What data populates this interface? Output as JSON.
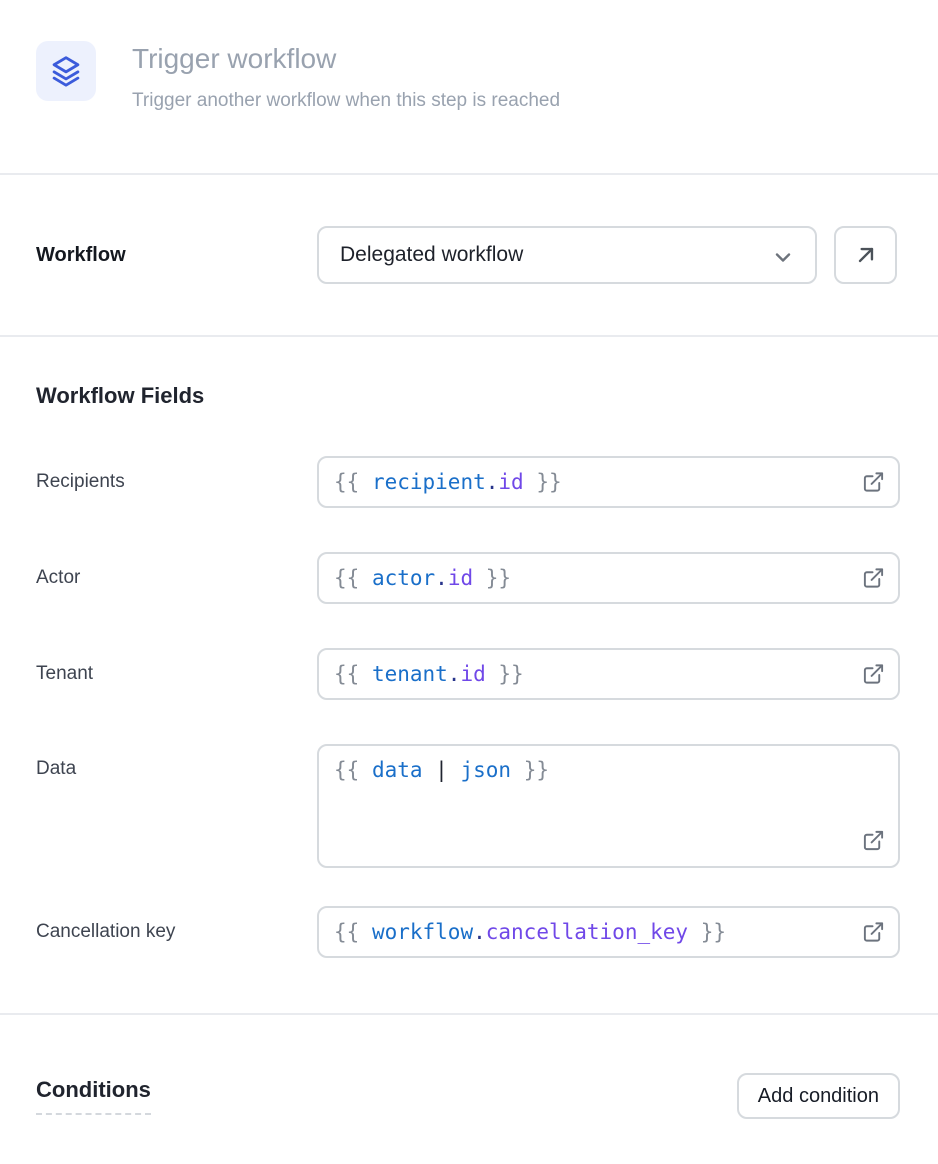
{
  "header": {
    "icon_name": "layers-icon",
    "title": "Trigger workflow",
    "subtitle": "Trigger another workflow when this step is reached"
  },
  "workflow_row": {
    "label": "Workflow",
    "selected_option": "Delegated workflow",
    "open_button_icon": "arrow-up-right-icon"
  },
  "fields_section": {
    "heading": "Workflow Fields",
    "fields": [
      {
        "id": "recipients",
        "label": "Recipients",
        "value": "{{ recipient.id }}",
        "multiline": false,
        "tokens": [
          {
            "text": "{{ ",
            "type": "brace"
          },
          {
            "text": "recipient",
            "type": "ident"
          },
          {
            "text": ".",
            "type": "dot"
          },
          {
            "text": "id",
            "type": "prop"
          },
          {
            "text": " }}",
            "type": "brace"
          }
        ]
      },
      {
        "id": "actor",
        "label": "Actor",
        "value": "{{ actor.id }}",
        "multiline": false,
        "tokens": [
          {
            "text": "{{ ",
            "type": "brace"
          },
          {
            "text": "actor",
            "type": "ident"
          },
          {
            "text": ".",
            "type": "dot"
          },
          {
            "text": "id",
            "type": "prop"
          },
          {
            "text": " }}",
            "type": "brace"
          }
        ]
      },
      {
        "id": "tenant",
        "label": "Tenant",
        "value": "{{ tenant.id }}",
        "multiline": false,
        "tokens": [
          {
            "text": "{{ ",
            "type": "brace"
          },
          {
            "text": "tenant",
            "type": "ident"
          },
          {
            "text": ".",
            "type": "dot"
          },
          {
            "text": "id",
            "type": "prop"
          },
          {
            "text": " }}",
            "type": "brace"
          }
        ]
      },
      {
        "id": "data",
        "label": "Data",
        "value": "{{ data | json }}",
        "multiline": true,
        "tokens": [
          {
            "text": "{{ ",
            "type": "brace"
          },
          {
            "text": "data",
            "type": "ident"
          },
          {
            "text": " ",
            "type": "plain"
          },
          {
            "text": "|",
            "type": "pipe"
          },
          {
            "text": " ",
            "type": "plain"
          },
          {
            "text": "json",
            "type": "ident"
          },
          {
            "text": " }}",
            "type": "brace"
          }
        ]
      },
      {
        "id": "cancellation-key",
        "label": "Cancellation key",
        "value": "{{ workflow.cancellation_key }}",
        "multiline": false,
        "tokens": [
          {
            "text": "{{ ",
            "type": "brace"
          },
          {
            "text": "workflow",
            "type": "ident"
          },
          {
            "text": ".",
            "type": "dot"
          },
          {
            "text": "cancellation_key",
            "type": "prop"
          },
          {
            "text": " }}",
            "type": "brace"
          }
        ]
      }
    ]
  },
  "conditions_section": {
    "heading": "Conditions",
    "add_button_label": "Add condition"
  },
  "colors": {
    "accent_blue": "#3b5bdb",
    "icon_background": "#edf1fd",
    "code_blue": "#1a6fc9",
    "code_purple": "#7048e8",
    "code_gray": "#848b95",
    "code_dark_indigo": "#27348b",
    "input_border": "#d6dade",
    "divider": "#e9ebef",
    "muted_text": "#99a2af",
    "heading_text": "#20242e"
  }
}
